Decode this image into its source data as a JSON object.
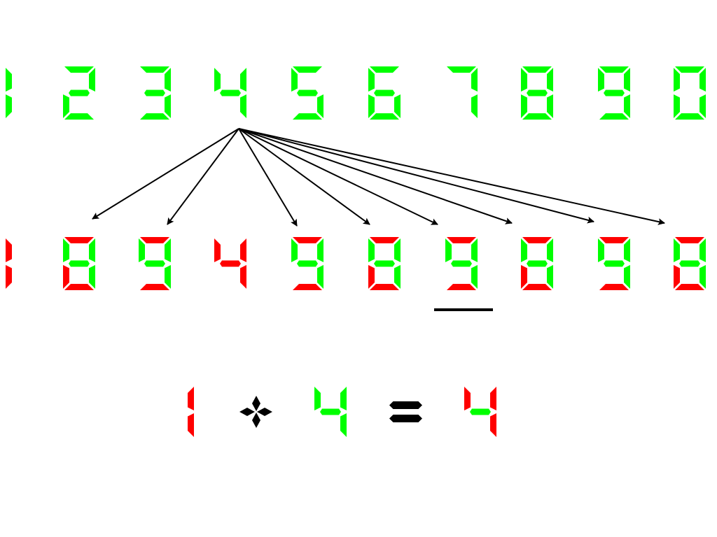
{
  "colors": {
    "on": "#00ff00",
    "off": "#ff0000",
    "ink": "#000000"
  },
  "top_row": {
    "digits": [
      "1",
      "2",
      "3",
      "4",
      "5",
      "6",
      "7",
      "8",
      "9",
      "0"
    ]
  },
  "bottom_row": {
    "digits": [
      "1",
      "8",
      "9",
      "4",
      "9",
      "8",
      "9",
      "8",
      "9",
      "8"
    ],
    "underlined_index": 6
  },
  "arrows": {
    "source_index": 3,
    "target_indices": [
      1,
      2,
      4,
      5,
      6,
      7,
      8,
      9
    ]
  },
  "equation": {
    "left_digit": "1",
    "right_digit": "4",
    "result_digit": "4",
    "left_segments": {
      "on": [],
      "off": [
        "b",
        "c"
      ]
    },
    "right_segments": {
      "on": [
        "b",
        "c",
        "f",
        "g"
      ],
      "off": []
    },
    "result_segments": {
      "on": [
        "g"
      ],
      "off": [
        "b",
        "c",
        "f"
      ]
    }
  }
}
